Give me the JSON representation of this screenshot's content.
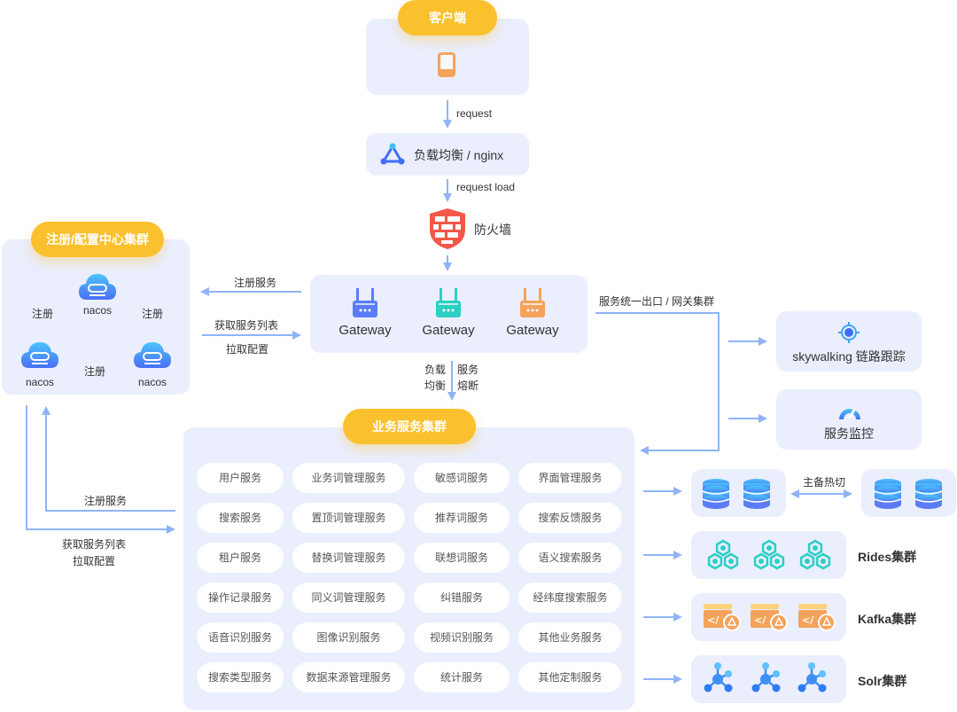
{
  "client": {
    "title": "客户端",
    "icon": "mobile-phone-icon"
  },
  "flow": {
    "request": "request",
    "load_balancer": "负载均衡 / nginx",
    "request_load": "request load",
    "firewall": "防火墙"
  },
  "registry": {
    "title": "注册/配置中心集群",
    "nodes": [
      "nacos",
      "nacos",
      "nacos"
    ],
    "edge_label": "注册"
  },
  "gateway": {
    "nodes": [
      "Gateway",
      "Gateway",
      "Gateway"
    ],
    "colors": [
      "#5b7cfa",
      "#2ccfc4",
      "#f5a35a"
    ],
    "left_register": "注册服务",
    "left_fetch": "获取服务列表",
    "left_pull": "拉取配置",
    "down_left_1": "负载",
    "down_left_2": "均衡",
    "down_right_1": "服务",
    "down_right_2": "熔断",
    "exit_label": "服务统一出口 / 网关集群"
  },
  "monitoring": {
    "tracing": "skywalking 链路跟踪",
    "monitor": "服务监控"
  },
  "business": {
    "title": "业务服务集群",
    "services": [
      [
        "用户服务",
        "业务词管理服务",
        "敏感词服务",
        "界面管理服务"
      ],
      [
        "搜索服务",
        "置顶词管理服务",
        "推荐词服务",
        "搜索反馈服务"
      ],
      [
        "租户服务",
        "替换词管理服务",
        "联想词服务",
        "语义搜索服务"
      ],
      [
        "操作记录服务",
        "同义词管理服务",
        "纠错服务",
        "经纬度搜索服务"
      ],
      [
        "语音识别服务",
        "图像识别服务",
        "视频识别服务",
        "其他业务服务"
      ],
      [
        "搜索类型服务",
        "数据来源管理服务",
        "统计服务",
        "其他定制服务"
      ]
    ],
    "left_register": "注册服务",
    "left_fetch": "获取服务列表",
    "left_pull": "拉取配置"
  },
  "storage": {
    "db_failover": "主备热切",
    "redis": "Rides集群",
    "kafka": "Kafka集群",
    "solr": "Solr集群"
  },
  "colors": {
    "accent_yellow": "#fbc02d",
    "panel_bg": "#eaeefd",
    "arrow": "#8fb4f7",
    "firewall_red": "#f2584a"
  }
}
